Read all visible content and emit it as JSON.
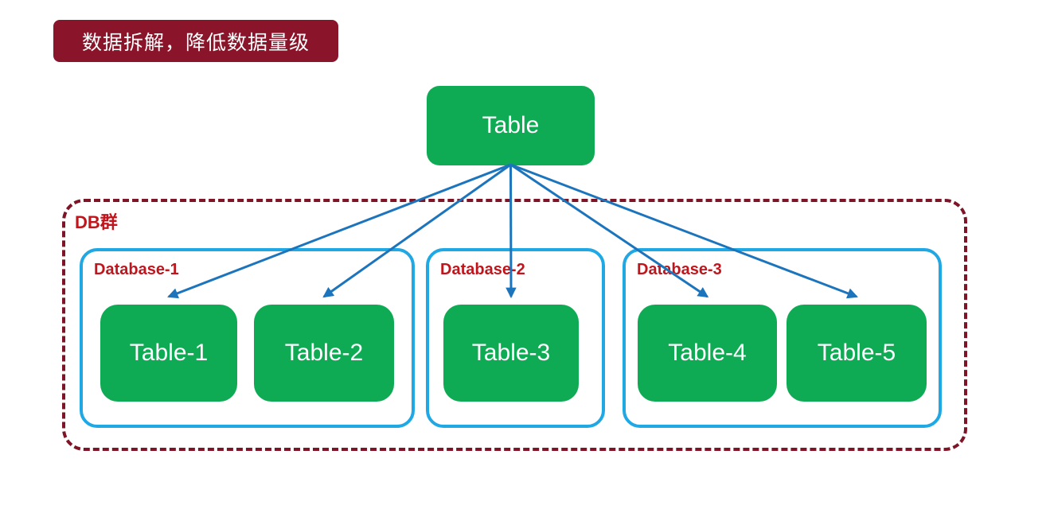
{
  "banner": {
    "text": "数据拆解，降低数据量级"
  },
  "diagram": {
    "root_node": {
      "id": "table-root",
      "label": "Table"
    },
    "cluster": {
      "label": "DB群"
    },
    "databases": [
      {
        "id": "db1",
        "label": "Database-1",
        "tables": [
          {
            "id": "t1",
            "label": "Table-1"
          },
          {
            "id": "t2",
            "label": "Table-2"
          }
        ]
      },
      {
        "id": "db2",
        "label": "Database-2",
        "tables": [
          {
            "id": "t3",
            "label": "Table-3"
          }
        ]
      },
      {
        "id": "db3",
        "label": "Database-3",
        "tables": [
          {
            "id": "t4",
            "label": "Table-4"
          },
          {
            "id": "t5",
            "label": "Table-5"
          }
        ]
      }
    ],
    "edges": [
      {
        "from": "table-root",
        "to": "t1"
      },
      {
        "from": "table-root",
        "to": "t2"
      },
      {
        "from": "table-root",
        "to": "t3"
      },
      {
        "from": "table-root",
        "to": "t4"
      },
      {
        "from": "table-root",
        "to": "t5"
      }
    ]
  },
  "colors": {
    "banner_bg": "#8A1429",
    "banner_text": "#FFFFFF",
    "node_green": "#0FAB54",
    "node_text": "#FFFFFF",
    "db_border": "#1FA8E4",
    "cluster_border": "#7E1425",
    "label_red": "#C0151C",
    "arrow": "#1C75BC"
  }
}
